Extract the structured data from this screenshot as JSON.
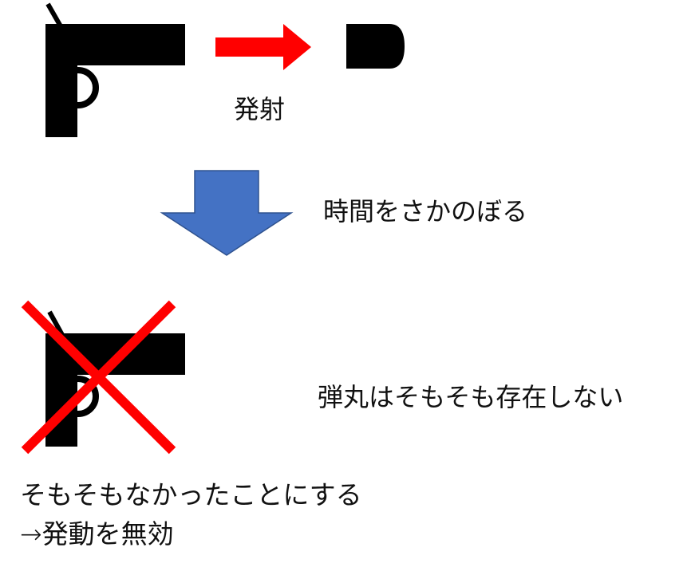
{
  "labels": {
    "fire": "発射",
    "rewind": "時間をさかのぼる",
    "no_bullet": "弾丸はそもそも存在しない",
    "note_line1": "そもそもなかったことにする",
    "note_line2": "→発動を無効"
  },
  "colors": {
    "gun": "#000000",
    "fire_arrow": "#ff0000",
    "bullet": "#000000",
    "time_arrow_fill": "#4472c4",
    "time_arrow_stroke": "#2f528f",
    "cross": "#ff0000",
    "text": "#111111"
  },
  "icons": {
    "top_gun": "pistol-icon",
    "fire_arrow": "right-arrow-icon",
    "bullet": "bullet-icon",
    "time_arrow": "down-arrow-icon",
    "bottom_gun": "pistol-icon",
    "cross": "x-mark-icon"
  }
}
